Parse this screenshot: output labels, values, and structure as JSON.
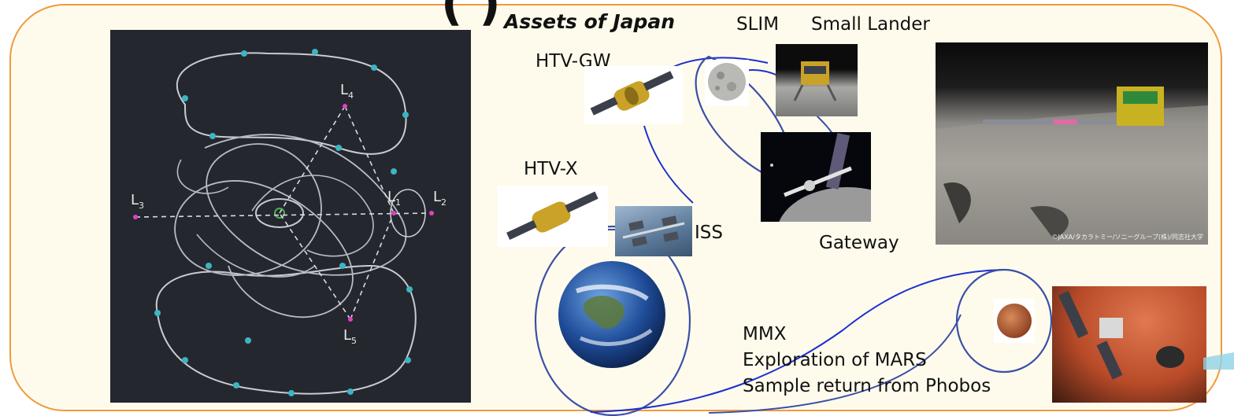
{
  "heading_fragment": "(  )",
  "title": "Assets of Japan",
  "slim_label": "SLIM",
  "small_lander_label": "Small Lander",
  "htv_gw_label": "HTV-GW",
  "htv_x_label": "HTV-X",
  "iss_label": "ISS",
  "gateway_label": "Gateway",
  "mmx_lines": [
    "MMX",
    "Exploration of MARS",
    "Sample return from Phobos"
  ],
  "lagrange_points": [
    "L",
    "L",
    "L",
    "L",
    "L"
  ],
  "lagrange_subs": [
    "1",
    "2",
    "3",
    "4",
    "5"
  ],
  "photo_credit": "©JAXA/タカラトミー/ソニーグループ(株)/同志社大学",
  "colors": {
    "frame_border": "#f09a3e",
    "frame_fill": "#fffbec",
    "link_line": "#1d2fd0",
    "orbit_panel": "#25272f"
  }
}
